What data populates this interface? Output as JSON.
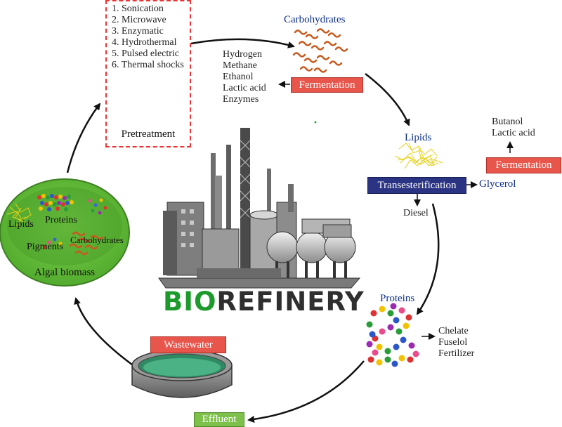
{
  "title": {
    "part1": "BIO",
    "part2": "REFINERY"
  },
  "pretreatment": {
    "methods": [
      "1. Sonication",
      "2. Microwave",
      "3. Enzymatic",
      "4. Hydrothermal",
      "5. Pulsed electric",
      "6. Thermal shocks"
    ],
    "label": "Pretreatment"
  },
  "carbohydrates": {
    "label": "Carbohydrates",
    "fermentation_label": "Fermentation",
    "products": [
      "Hydrogen",
      "Methane",
      "Ethanol",
      "Lactic acid",
      "Enzymes"
    ]
  },
  "lipids": {
    "label": "Lipids",
    "transesterification_label": "Transesterification",
    "glycerol_label": "Glycerol",
    "diesel_label": "Diesel",
    "fermentation_label": "Fermentation",
    "fermentation_products": [
      "Butanol",
      "Lactic acid"
    ]
  },
  "proteins": {
    "label": "Proteins",
    "products": [
      "Chelate",
      "Fuselol",
      "Fertilizer"
    ]
  },
  "algal_biomass": {
    "label": "Algal biomass",
    "components": {
      "lipids": "Lipids",
      "proteins": "Proteins",
      "pigments": "Pigments",
      "carbohydrates": "Carbohydrates"
    }
  },
  "wastewater_label": "Wastewater",
  "effluent_label": "Effluent",
  "colors": {
    "red_box": "#e8554b",
    "blue_box": "#2a3483",
    "green_box": "#7ec14a",
    "label_blue": "#0d2f8c",
    "title_green": "#1d9a2c",
    "algae_green": "#6cbf3f"
  }
}
